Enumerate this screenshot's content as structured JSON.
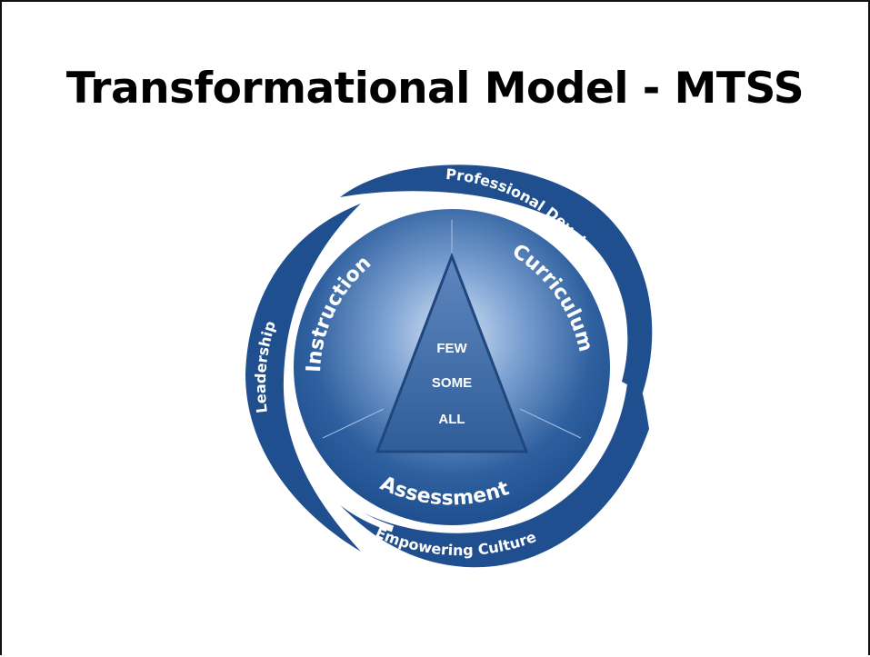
{
  "slide": {
    "title": "Transformational Model - MTSS"
  },
  "diagram": {
    "outer_ring": {
      "professional_development": "Professional Development",
      "leadership": "Leadership",
      "empowering_culture": "Empowering Culture"
    },
    "inner_ring": {
      "instruction": "Instruction",
      "curriculum": "Curriculum",
      "assessment": "Assessment"
    },
    "pyramid_tiers": [
      "FEW",
      "SOME",
      "ALL"
    ],
    "colors": {
      "primary_blue": "#1f4f8f",
      "center_glow": "#c9dbf2",
      "text": "#ffffff"
    }
  }
}
